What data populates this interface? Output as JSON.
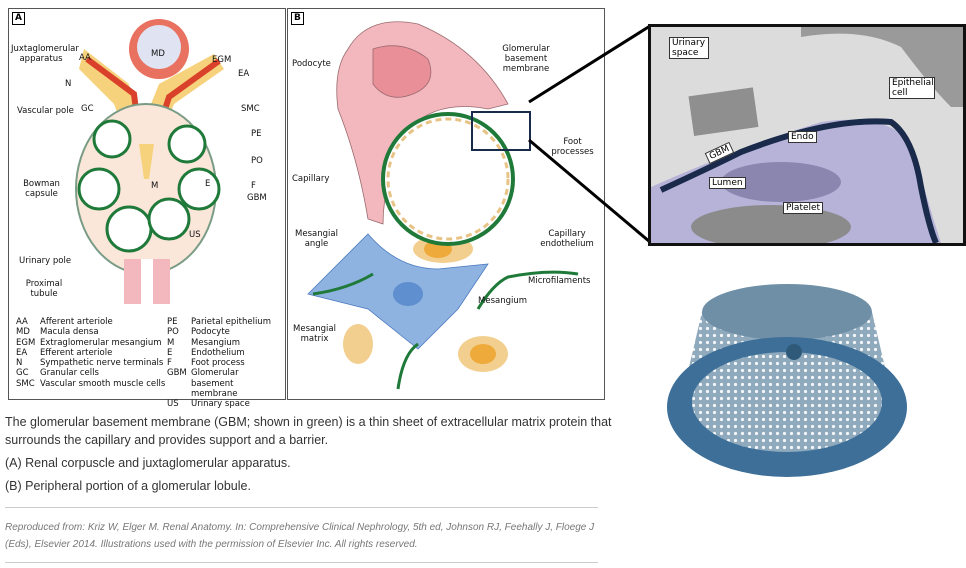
{
  "panel_a": {
    "tag": "A",
    "side_labels": [
      "Juxtaglomerular apparatus",
      "Vascular pole",
      "Bowman capsule",
      "Urinary pole",
      "Proximal tubule"
    ],
    "callouts": {
      "AA": "AA",
      "MD": "MD",
      "EGM": "EGM",
      "EA": "EA",
      "N": "N",
      "GC": "GC",
      "SMC": "SMC",
      "PE": "PE",
      "PO": "PO",
      "M": "M",
      "E": "E",
      "F": "F",
      "GBM": "GBM",
      "US": "US"
    },
    "legend_left": [
      {
        "abbr": "AA",
        "text": "Afferent arteriole"
      },
      {
        "abbr": "MD",
        "text": "Macula densa"
      },
      {
        "abbr": "EGM",
        "text": "Extraglomerular mesangium"
      },
      {
        "abbr": "EA",
        "text": "Efferent arteriole"
      },
      {
        "abbr": "N",
        "text": "Sympathetic nerve terminals"
      },
      {
        "abbr": "GC",
        "text": "Granular cells"
      },
      {
        "abbr": "SMC",
        "text": "Vascular smooth muscle cells"
      }
    ],
    "legend_right": [
      {
        "abbr": "PE",
        "text": "Parietal epithelium"
      },
      {
        "abbr": "PO",
        "text": "Podocyte"
      },
      {
        "abbr": "M",
        "text": "Mesangium"
      },
      {
        "abbr": "E",
        "text": "Endothelium"
      },
      {
        "abbr": "F",
        "text": "Foot process"
      },
      {
        "abbr": "GBM",
        "text": "Glomerular basement membrane"
      },
      {
        "abbr": "US",
        "text": "Urinary space"
      }
    ]
  },
  "panel_b": {
    "tag": "B",
    "labels": {
      "podocyte": "Podocyte",
      "gbm": "Glomerular basement membrane",
      "foot": "Foot processes",
      "capillary": "Capillary",
      "mesangial_angle": "Mesangial angle",
      "cap_endo": "Capillary endothelium",
      "microfilaments": "Microfilaments",
      "mesangium": "Mesangium",
      "mesangial_matrix": "Mesangial matrix"
    }
  },
  "micrograph": {
    "labels": {
      "urinary": "Urinary space",
      "epithelial": "Epithelial cell",
      "endo": "Endo",
      "gbm": "GBM",
      "lumen": "Lumen",
      "platelet": "Platelet"
    }
  },
  "caption": {
    "main": "The glomerular basement membrane (GBM; shown in green) is a thin sheet of extracellular matrix protein that surrounds the capillary and provides support and a barrier.",
    "a": "(A) Renal corpuscle and juxtaglomerular apparatus.",
    "b": "(B) Peripheral portion of a glomerular lobule."
  },
  "citation": "Reproduced from: Kriz W, Elger M. Renal Anatomy. In: Comprehensive Clinical Nephrology, 5th ed, Johnson RJ, Feehally J, Floege J (Eds), Elsevier 2014. Illustrations used with the permission of Elsevier Inc. All rights reserved.",
  "colors": {
    "gbm": "#1f7a3a",
    "podocyte": "#f2b8bd",
    "mesangium": "#8fb3e0",
    "endothelium": "#f3cf8f",
    "arteriole": "#d9412b",
    "frame": "#1a2a4a"
  }
}
